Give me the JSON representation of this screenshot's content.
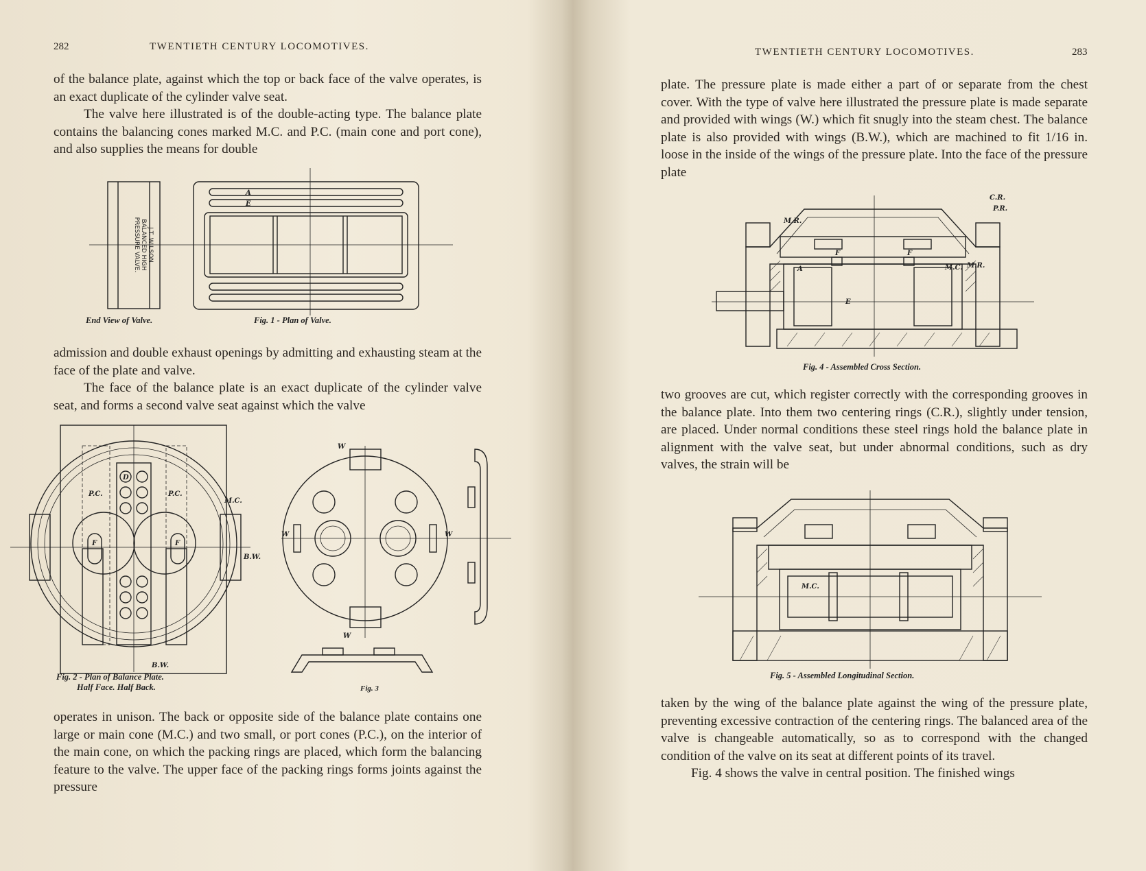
{
  "left_page": {
    "page_number": "282",
    "running_head": "TWENTIETH CENTURY LOCOMOTIVES.",
    "text_block_1": [
      "of the balance plate, against which the top or back face of the valve operates, is an exact duplicate of the cylinder valve seat.",
      "The valve here illustrated is of the double-acting type. The balance plate contains the balancing cones marked M.C. and P.C. (main cone and port cone), and also supplies the means for double"
    ],
    "fig1": {
      "end_view_caption": "End View of Valve.",
      "plan_caption": "Fig. 1 - Plan of Valve.",
      "end_view_text": [
        "J.T. WILSON",
        "BALANCED HIGH",
        "PRESSURE VALVE."
      ],
      "labels": [
        "A",
        "E"
      ]
    },
    "text_block_2": [
      "admission and double exhaust openings by admitting and exhausting steam at the face of the plate and valve.",
      "The face of the balance plate is an exact duplicate of the cylinder valve seat, and forms a second valve seat against which the valve"
    ],
    "fig2": {
      "caption_line1": "Fig. 2 - Plan of Balance Plate.",
      "caption_line2": "Half Face. Half Back.",
      "labels": {
        "pc": "P.C.",
        "mc": "M.C.",
        "bw": "B.W.",
        "f": "F",
        "d": "D"
      }
    },
    "fig3": {
      "caption": "Fig. 3",
      "labels": {
        "w": "W"
      }
    },
    "text_block_3": [
      "operates in unison. The back or opposite side of the balance plate contains one large or main cone (M.C.) and two small, or port cones (P.C.), on the interior of the main cone, on which the packing rings are placed, which form the balancing feature to the valve. The upper face of the packing rings forms joints against the pressure"
    ]
  },
  "right_page": {
    "page_number": "283",
    "running_head": "TWENTIETH CENTURY LOCOMOTIVES.",
    "text_block_1": [
      "plate. The pressure plate is made either a part of or separate from the chest cover. With the type of valve here illustrated the pressure plate is made separate and provided with wings (W.) which fit snugly into the steam chest. The balance plate is also provided with wings (B.W.), which are machined to fit 1/16 in. loose in the inside of the wings of the pressure plate. Into the face of the pressure plate"
    ],
    "fig4": {
      "caption": "Fig. 4 - Assembled Cross Section.",
      "labels": {
        "cr": "C.R.",
        "pr": "P.R.",
        "mr": "M.R.",
        "f": "F",
        "mc": "M.C.",
        "a": "A",
        "e": "E"
      }
    },
    "text_block_2": [
      "two grooves are cut, which register correctly with the corresponding grooves in the balance plate. Into them two centering rings (C.R.), slightly under tension, are placed. Under normal conditions these steel rings hold the balance plate in alignment with the valve seat, but under abnormal conditions, such as dry valves, the strain will be"
    ],
    "fig5": {
      "caption": "Fig. 5 - Assembled Longitudinal Section.",
      "labels": {
        "mc": "M.C."
      }
    },
    "text_block_3": [
      "taken by the wing of the balance plate against the wing of the pressure plate, preventing excessive contraction of the centering rings. The balanced area of the valve is changeable automatically, so as to correspond with the changed condition of the valve on its seat at different points of its travel.",
      "Fig. 4 shows the valve in central position. The finished wings"
    ]
  }
}
